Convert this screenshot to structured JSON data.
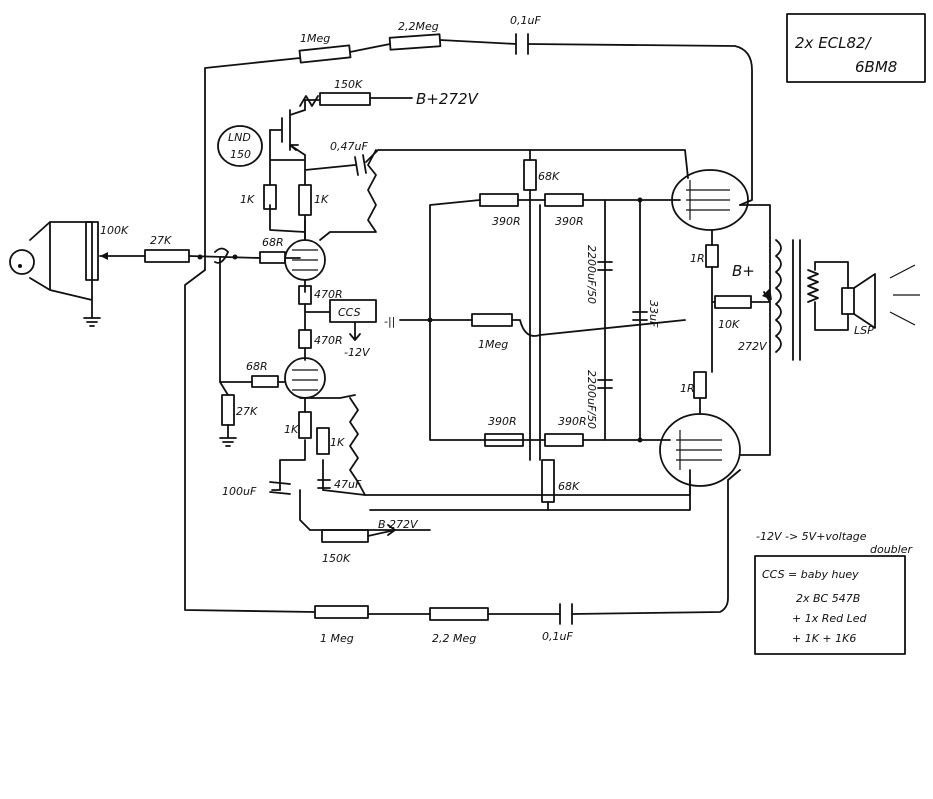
{
  "title_box": {
    "line1": "2x ECL82/",
    "line2": "6BM8"
  },
  "resistors": {
    "fb_top_1": "1Meg",
    "fb_top_2": "2,2Meg",
    "fb_top_cap": "0,1uF",
    "r150k_top": "150K",
    "bplus_top": "B+272V",
    "lnd": "LND",
    "lnd_val": "150",
    "cap_047": "0,47uF",
    "r1k_a": "1K",
    "r1k_b": "1K",
    "pot": "100K",
    "r27k_in": "27K",
    "r68_top": "68R",
    "r470_a": "470R",
    "ccs": "CCS",
    "r470_b": "470R",
    "minus12": "-12V",
    "r68_bot": "68R",
    "r27k_gnd": "27K",
    "r1k_c": "1K",
    "r1k_d": "1K",
    "cap_47u": "47uF",
    "cap_100u": "100uF",
    "r150k_bot": "150K",
    "bplus_bot": "B 272V",
    "r390_a": "390R",
    "r390_b": "390R",
    "r68k_top": "68K",
    "r1meg_mid": "1Meg",
    "cap_2200_top": "2200uF/50",
    "cap_2200_bot": "2200uF/50",
    "cap_33u": "33uF",
    "r390_c": "390R",
    "r390_d": "390R",
    "r68k_bot": "68K",
    "r1r_top": "1R",
    "r1r_bot": "1R",
    "bplus_right": "B+",
    "r10k": "10K",
    "v272": "272V",
    "lsp": "LSP",
    "fb_bot_1": "1 Meg",
    "fb_bot_2": "2,2 Meg",
    "fb_bot_cap": "0,1uF"
  },
  "notes": {
    "doubler_line1": "-12V -> 5V+voltage",
    "doubler_line2": "doubler",
    "ccs_def": "CCS = baby huey",
    "ccs_1": "2x BC 547B",
    "ccs_2": "+ 1x Red Led",
    "ccs_3": "+ 1K + 1K6"
  }
}
